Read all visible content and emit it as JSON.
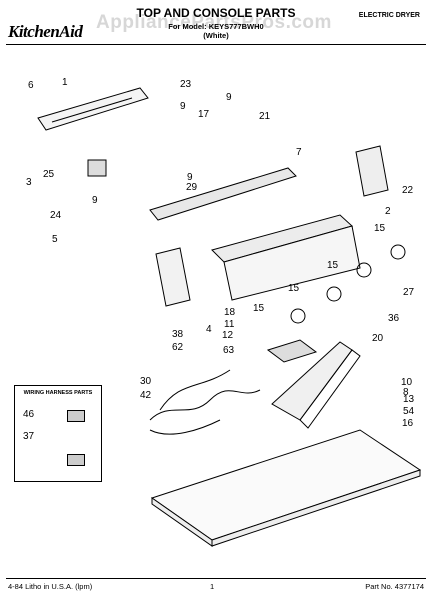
{
  "header": {
    "brand": "KitchenAid",
    "title": "TOP AND CONSOLE PARTS",
    "model_line": "For Model: KEYS777BWH0",
    "color_line": "(White)",
    "product_type": "ELECTRIC DRYER",
    "watermark": "AppliancePartsPros.com"
  },
  "inset": {
    "title": "WIRING HARNESS PARTS",
    "labels": [
      "46",
      "37"
    ]
  },
  "callouts": [
    "1",
    "23",
    "6",
    "9",
    "17",
    "9",
    "21",
    "3",
    "25",
    "7",
    "24",
    "5",
    "9",
    "29",
    "9",
    "22",
    "2",
    "4",
    "18",
    "15",
    "15",
    "15",
    "15",
    "27",
    "11",
    "12",
    "36",
    "20",
    "38",
    "62",
    "63",
    "30",
    "42",
    "10",
    "8",
    "13",
    "54",
    "16"
  ],
  "footer": {
    "left": "4-84 Litho in U.S.A. (lpm)",
    "center": "1",
    "right": "Part No. 4377174"
  }
}
